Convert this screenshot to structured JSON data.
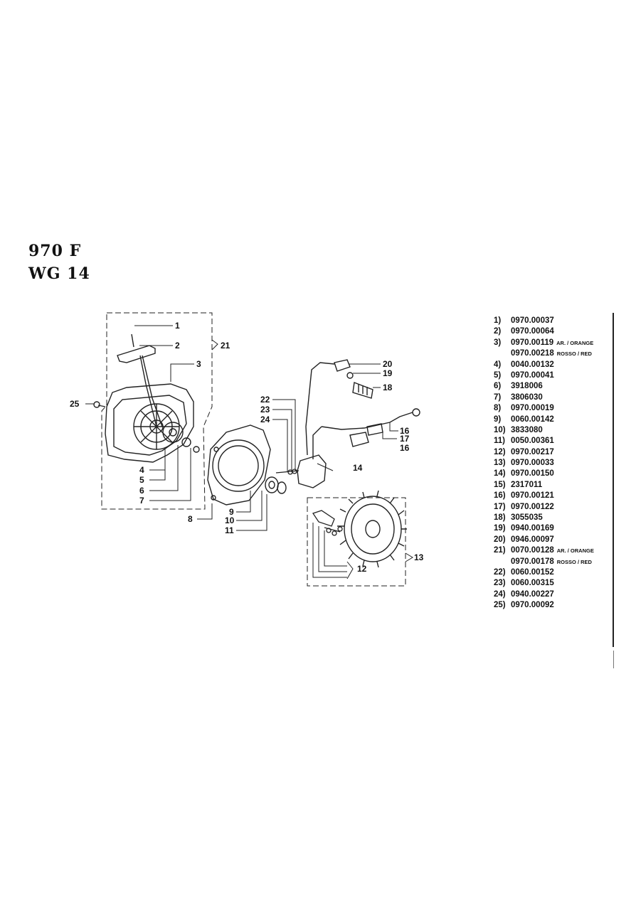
{
  "header": {
    "model_code": "970 F",
    "model_sub": "WG 14"
  },
  "callouts": {
    "c1": "1",
    "c2": "2",
    "c3": "3",
    "c4": "4",
    "c5": "5",
    "c6": "6",
    "c7": "7",
    "c8": "8",
    "c9": "9",
    "c10": "10",
    "c11": "11",
    "c12": "12",
    "c13": "13",
    "c14": "14",
    "c16a": "16",
    "c16b": "16",
    "c17": "17",
    "c18": "18",
    "c19": "19",
    "c20": "20",
    "c21": "21",
    "c22": "22",
    "c23": "23",
    "c24": "24",
    "c25": "25"
  },
  "parts": [
    {
      "num": "1)",
      "code": "0970.00037",
      "note": ""
    },
    {
      "num": "2)",
      "code": "0970.00064",
      "note": ""
    },
    {
      "num": "3)",
      "code": "0970.00119",
      "note": "AR. / ORANGE"
    },
    {
      "num": "",
      "code": "0970.00218",
      "note": "ROSSO / RED"
    },
    {
      "num": "4)",
      "code": "0040.00132",
      "note": ""
    },
    {
      "num": "5)",
      "code": "0970.00041",
      "note": ""
    },
    {
      "num": "6)",
      "code": "3918006",
      "note": ""
    },
    {
      "num": "7)",
      "code": "3806030",
      "note": ""
    },
    {
      "num": "8)",
      "code": "0970.00019",
      "note": ""
    },
    {
      "num": "9)",
      "code": "0060.00142",
      "note": ""
    },
    {
      "num": "10)",
      "code": "3833080",
      "note": ""
    },
    {
      "num": "11)",
      "code": "0050.00361",
      "note": ""
    },
    {
      "num": "12)",
      "code": "0970.00217",
      "note": ""
    },
    {
      "num": "13)",
      "code": "0970.00033",
      "note": ""
    },
    {
      "num": "14)",
      "code": "0970.00150",
      "note": ""
    },
    {
      "num": "15)",
      "code": "2317011",
      "note": ""
    },
    {
      "num": "16)",
      "code": "0970.00121",
      "note": ""
    },
    {
      "num": "17)",
      "code": "0970.00122",
      "note": ""
    },
    {
      "num": "18)",
      "code": "3055035",
      "note": ""
    },
    {
      "num": "19)",
      "code": "0940.00169",
      "note": ""
    },
    {
      "num": "20)",
      "code": "0946.00097",
      "note": ""
    },
    {
      "num": "21)",
      "code": "0070.00128",
      "note": "AR. / ORANGE"
    },
    {
      "num": "",
      "code": "0970.00178",
      "note": "ROSSO / RED"
    },
    {
      "num": "22)",
      "code": "0060.00152",
      "note": ""
    },
    {
      "num": "23)",
      "code": "0060.00315",
      "note": ""
    },
    {
      "num": "24)",
      "code": "0940.00227",
      "note": ""
    },
    {
      "num": "25)",
      "code": "0970.00092",
      "note": ""
    }
  ]
}
